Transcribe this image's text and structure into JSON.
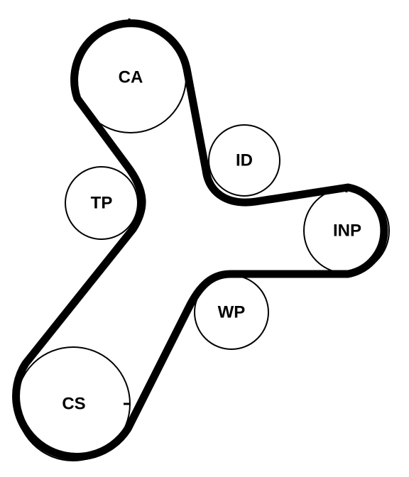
{
  "diagram": {
    "pulleys": {
      "ca": "CA",
      "id": "ID",
      "tp": "TP",
      "inp": "INP",
      "wp": "WP",
      "cs": "CS"
    }
  },
  "colors": {
    "belt": "#000000",
    "background": "#ffffff"
  }
}
